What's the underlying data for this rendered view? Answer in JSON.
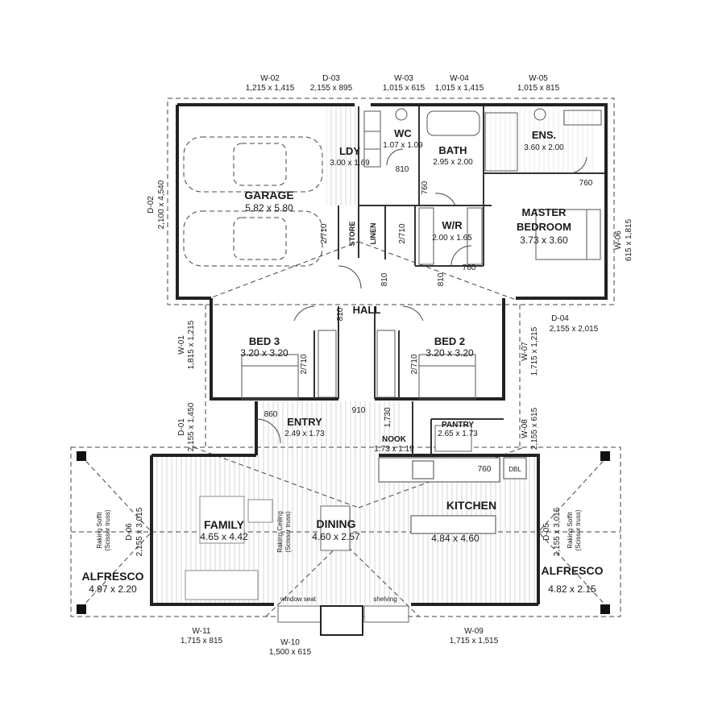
{
  "rooms": {
    "garage": {
      "name": "GARAGE",
      "size": "5.82 x 5.80"
    },
    "ldy": {
      "name": "LDY",
      "size": "3.00 x 1.69"
    },
    "wc": {
      "name": "WC",
      "size": "1.07 x 1.09"
    },
    "bath": {
      "name": "BATH",
      "size": "2.95 x 2.00"
    },
    "ens": {
      "name": "ENS.",
      "size": "3.60 x 2.00"
    },
    "master": {
      "name1": "MASTER",
      "name2": "BEDROOM",
      "size": "3.73 x 3.60"
    },
    "wr": {
      "name": "W/R",
      "size": "2.00 x 1.65"
    },
    "store": {
      "name": "STORE"
    },
    "linen": {
      "name": "LINEN"
    },
    "hall": {
      "name": "HALL"
    },
    "bed3": {
      "name": "BED 3",
      "size": "3.20 x 3.20"
    },
    "bed2": {
      "name": "BED 2",
      "size": "3.20 x 3.20"
    },
    "entry": {
      "name": "ENTRY",
      "size": "2.49 x 1.73"
    },
    "nook": {
      "name": "NOOK",
      "size": "1.73 x 1.19"
    },
    "pantry": {
      "name": "PANTRY",
      "size": "2.65 x 1.73"
    },
    "family": {
      "name": "FAMILY",
      "size": "4.65 x 4.42"
    },
    "dining": {
      "name": "DINING",
      "size": "4.60 x 2.57"
    },
    "kitchen": {
      "name": "KITCHEN",
      "size": "4.84 x 4.60"
    },
    "alfresco_left": {
      "name": "ALFRESCO",
      "size": "4.97 x 2.20"
    },
    "alfresco_right": {
      "name": "ALFRESCO",
      "size": "4.82 x 2.15"
    }
  },
  "openings": {
    "w02": {
      "code": "W-02",
      "size": "1,215 x 1,415"
    },
    "d03": {
      "code": "D-03",
      "size": "2,155 x 895"
    },
    "w03": {
      "code": "W-03",
      "size": "1,015 x 615"
    },
    "w04": {
      "code": "W-04",
      "size": "1,015 x 1,415"
    },
    "w05": {
      "code": "W-05",
      "size": "1,015 x 815"
    },
    "d02": {
      "code": "D-02",
      "size": "2,100 x 4,540"
    },
    "w06": {
      "code": "W-06",
      "size": "615 x 1,815"
    },
    "d04": {
      "code": "D-04",
      "size": "2,155 x 2,015"
    },
    "w07": {
      "code": "W-07",
      "size": "1,715 x 1,215"
    },
    "w08": {
      "code": "W-08",
      "size": "2,155 x 615"
    },
    "w01": {
      "code": "W-01",
      "size": "1,815 x 1,215"
    },
    "d01": {
      "code": "D-01",
      "size": "2,155 x 1,450"
    },
    "d06": {
      "code": "D-06",
      "size": "2,155 x 3,015"
    },
    "d05": {
      "code": "D-05",
      "size": "2,155 x 3,015"
    },
    "w11": {
      "code": "W-11",
      "size": "1,715 x 815"
    },
    "w10": {
      "code": "W-10",
      "size": "1,500 x 615"
    },
    "w09": {
      "code": "W-09",
      "size": "1,715 x 1,515"
    }
  },
  "door_widths": {
    "ldy": "810",
    "bath": "760",
    "ens": "760",
    "wr": "760",
    "store": "2/710",
    "linen": "2/710",
    "hall_left": "810",
    "hall_right": "810",
    "hall_mid": "810",
    "bed3_robe": "2/710",
    "bed2_robe": "2/710",
    "entry": "860",
    "entry_front": "910",
    "nook": "1,730",
    "pantry": "760"
  },
  "notes": {
    "raking_soffit_left1": "Raking Soffit",
    "raking_soffit_left2": "(Scissor truss)",
    "raking_soffit_right1": "Raking Soffit",
    "raking_soffit_right2": "(Scissor truss)",
    "raking_ceiling1": "Raking Ceiling",
    "raking_ceiling2": "(Scissor truss)",
    "window_seat": "window seat",
    "shelving": "shelving",
    "dbl": "DBL"
  }
}
